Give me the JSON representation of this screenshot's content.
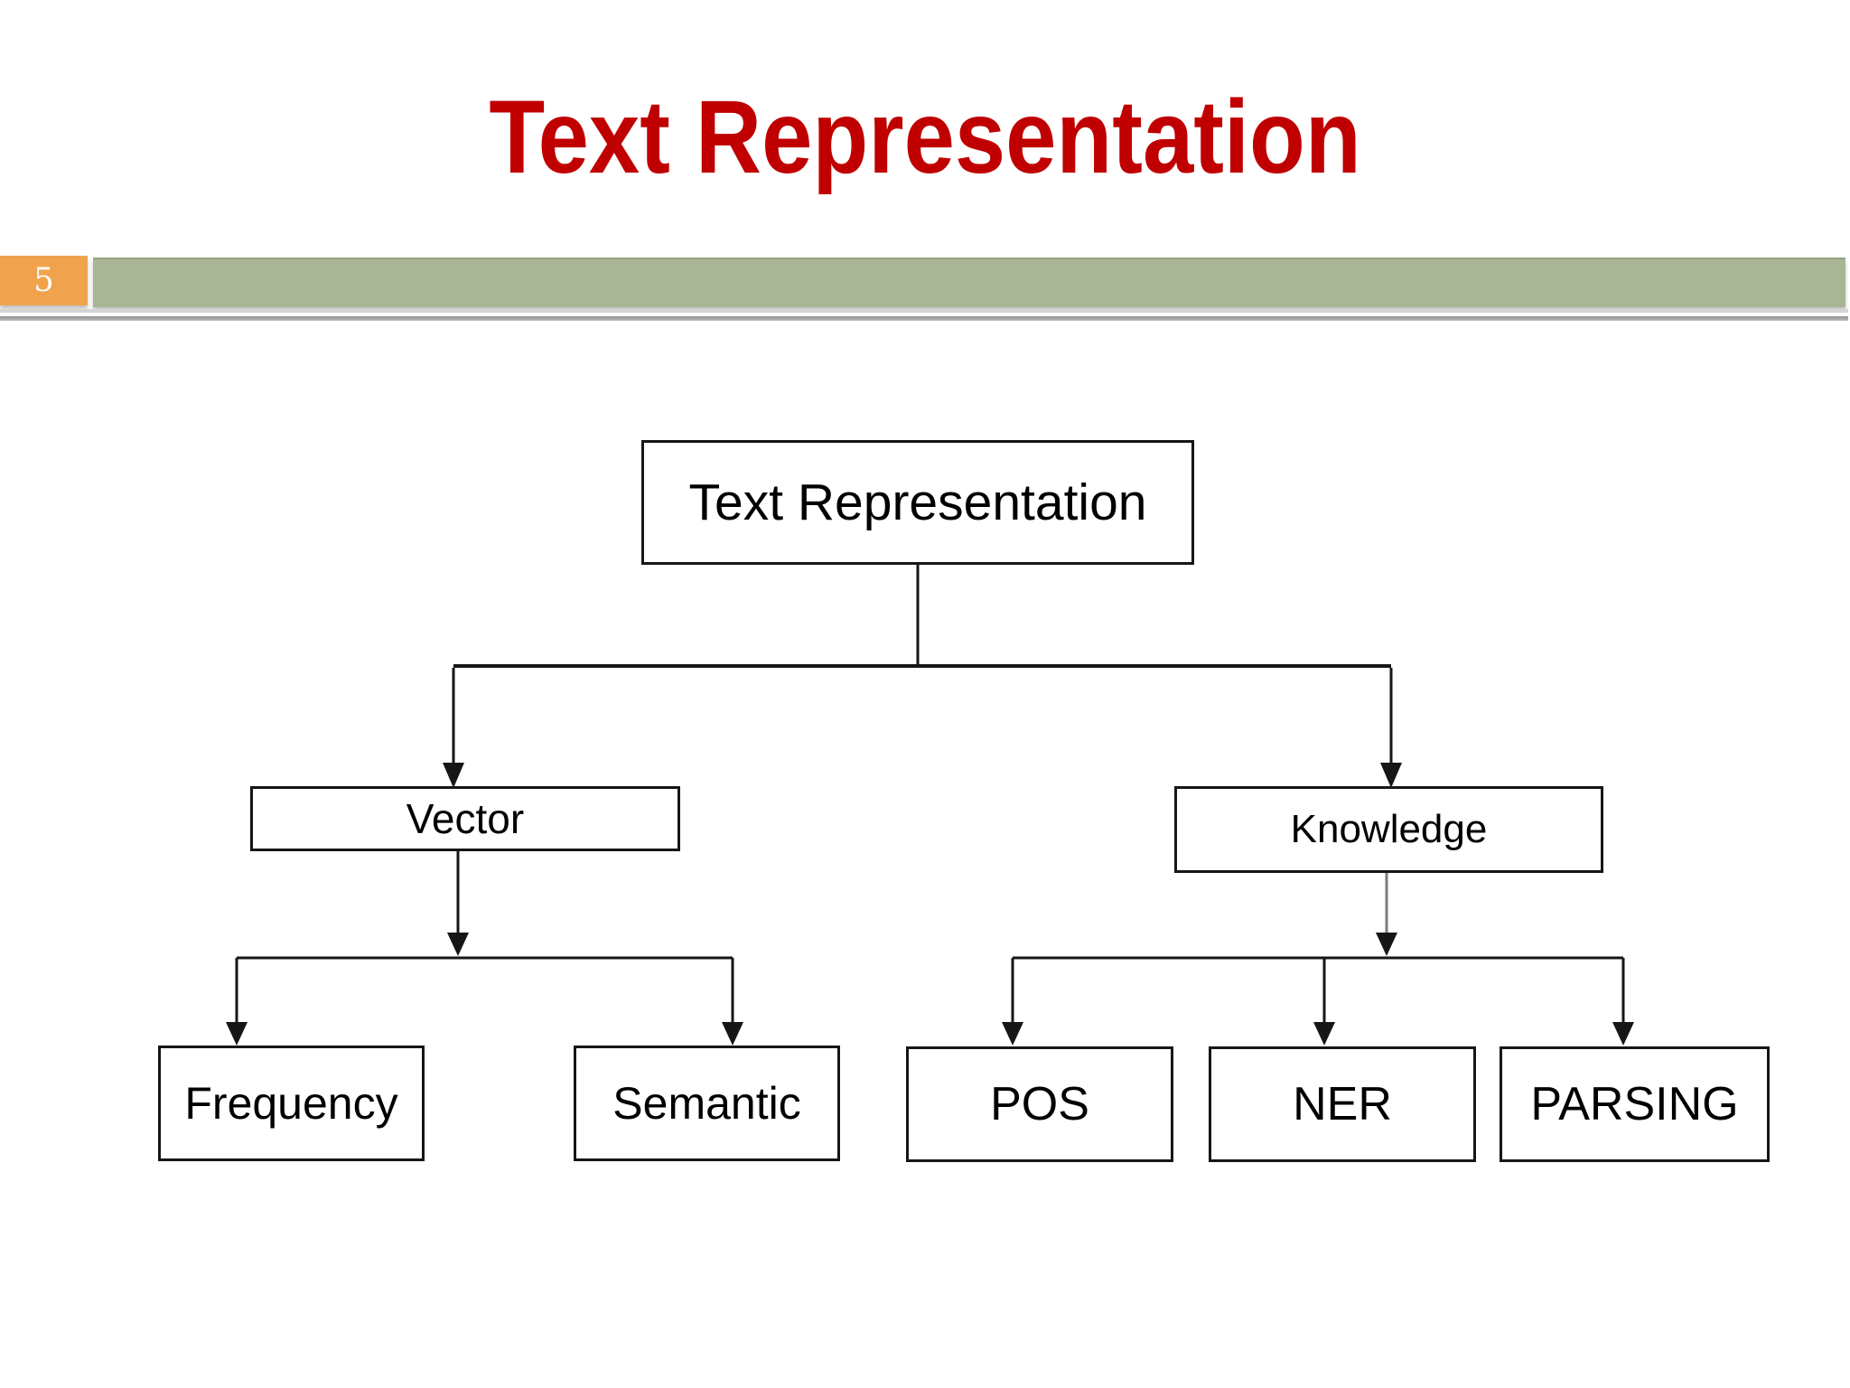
{
  "slide": {
    "title": "Text Representation",
    "page_number": "5",
    "colors": {
      "title_red": "#C00000",
      "page_badge_orange": "#F1A24C",
      "header_bar_green": "#A9B594",
      "connector_black": "#161616",
      "knowledge_stem_gray": "#7C7C7C",
      "node_fill": "#FFFFFF"
    }
  },
  "diagram": {
    "type": "tree",
    "root": {
      "label": "Text Representation"
    },
    "level2": [
      {
        "label": "Vector",
        "parent": "Text Representation"
      },
      {
        "label": "Knowledge",
        "parent": "Text Representation"
      }
    ],
    "level3_left": [
      {
        "label": "Frequency",
        "parent": "Vector"
      },
      {
        "label": "Semantic",
        "parent": "Vector"
      }
    ],
    "level3_right": [
      {
        "label": "POS",
        "parent": "Knowledge"
      },
      {
        "label": "NER",
        "parent": "Knowledge"
      },
      {
        "label": "PARSING",
        "parent": "Knowledge"
      }
    ]
  }
}
